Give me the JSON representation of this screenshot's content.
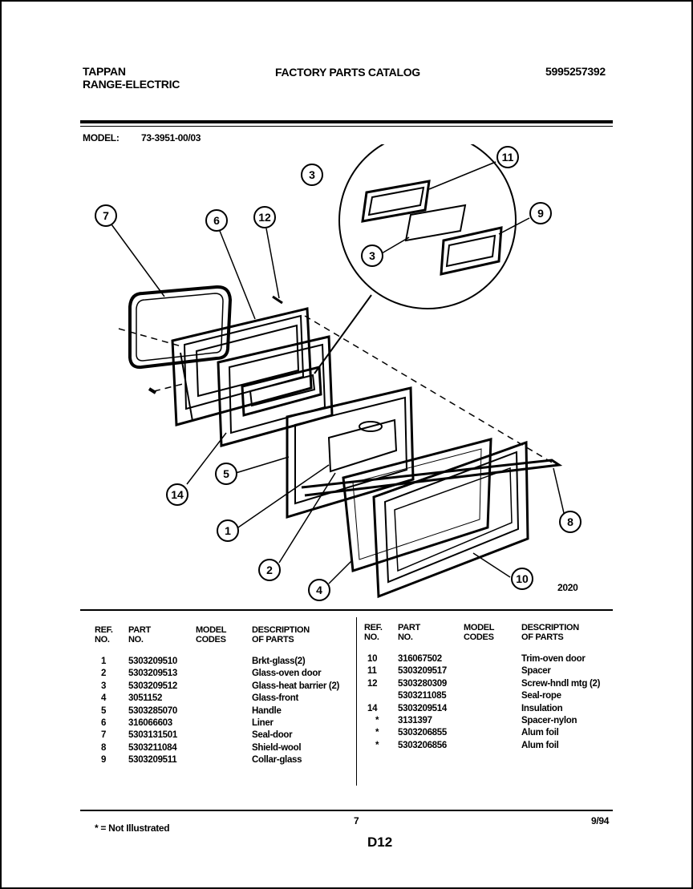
{
  "header": {
    "brand": "TAPPAN",
    "product": "RANGE-ELECTRIC",
    "title": "FACTORY PARTS CATALOG",
    "catalog_number": "5995257392"
  },
  "model": {
    "label": "MODEL:",
    "value": "73-3951-00/03"
  },
  "diagram": {
    "callouts": [
      "7",
      "6",
      "12",
      "3",
      "11",
      "3",
      "9",
      "5",
      "14",
      "1",
      "2",
      "4",
      "10",
      "8"
    ],
    "figure_number": "2020"
  },
  "table": {
    "headers": {
      "ref": [
        "REF.",
        "NO."
      ],
      "part": [
        "PART",
        "NO."
      ],
      "model": [
        "MODEL",
        "CODES"
      ],
      "desc": [
        "DESCRIPTION",
        "OF PARTS"
      ]
    },
    "left_rows": [
      {
        "ref": "1",
        "part": "5303209510",
        "codes": "",
        "desc": "Brkt-glass(2)"
      },
      {
        "ref": "2",
        "part": "5303209513",
        "codes": "",
        "desc": "Glass-oven door"
      },
      {
        "ref": "3",
        "part": "5303209512",
        "codes": "",
        "desc": "Glass-heat barrier (2)"
      },
      {
        "ref": "4",
        "part": "3051152",
        "codes": "",
        "desc": "Glass-front"
      },
      {
        "ref": "5",
        "part": "5303285070",
        "codes": "",
        "desc": "Handle"
      },
      {
        "ref": "6",
        "part": "316066603",
        "codes": "",
        "desc": "Liner"
      },
      {
        "ref": "7",
        "part": "5303131501",
        "codes": "",
        "desc": "Seal-door"
      },
      {
        "ref": "8",
        "part": "5303211084",
        "codes": "",
        "desc": "Shield-wool"
      },
      {
        "ref": "9",
        "part": "5303209511",
        "codes": "",
        "desc": "Collar-glass"
      }
    ],
    "right_rows": [
      {
        "ref": "10",
        "part": "316067502",
        "codes": "",
        "desc": "Trim-oven door"
      },
      {
        "ref": "11",
        "part": "5303209517",
        "codes": "",
        "desc": "Spacer"
      },
      {
        "ref": "12",
        "part": "5303280309",
        "codes": "",
        "desc": "Screw-hndl mtg (2)"
      },
      {
        "ref": "",
        "part": "5303211085",
        "codes": "",
        "desc": "Seal-rope"
      },
      {
        "ref": "14",
        "part": "5303209514",
        "codes": "",
        "desc": "Insulation"
      },
      {
        "ref": "*",
        "part": "3131397",
        "codes": "",
        "desc": "Spacer-nylon"
      },
      {
        "ref": "*",
        "part": "5303206855",
        "codes": "",
        "desc": "Alum foil"
      },
      {
        "ref": "*",
        "part": "5303206856",
        "codes": "",
        "desc": "Alum foil"
      }
    ]
  },
  "footer": {
    "note": "* = Not Illustrated",
    "page": "7",
    "date": "9/94",
    "code": "D12"
  }
}
